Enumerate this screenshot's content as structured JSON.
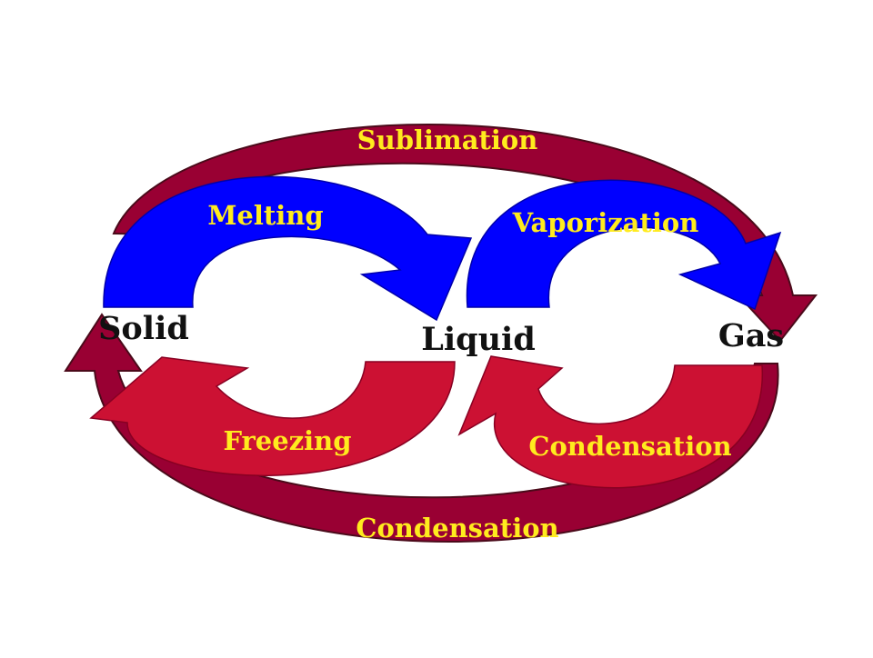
{
  "diagram": {
    "states": {
      "solid": "Solid",
      "liquid": "Liquid",
      "gas": "Gas"
    },
    "transitions": {
      "sublimation": "Sublimation",
      "melting": "Melting",
      "vaporization": "Vaporization",
      "freezing": "Freezing",
      "condensation_inner": "Condensation",
      "condensation_outer": "Condensation"
    },
    "colors": {
      "outer_ring": "#990033",
      "forward_arrows": "#0000ff",
      "reverse_arrows": "#cc1133",
      "transition_text": "#ffeb1e",
      "state_text": "#111111",
      "background": "#ffffff"
    }
  }
}
